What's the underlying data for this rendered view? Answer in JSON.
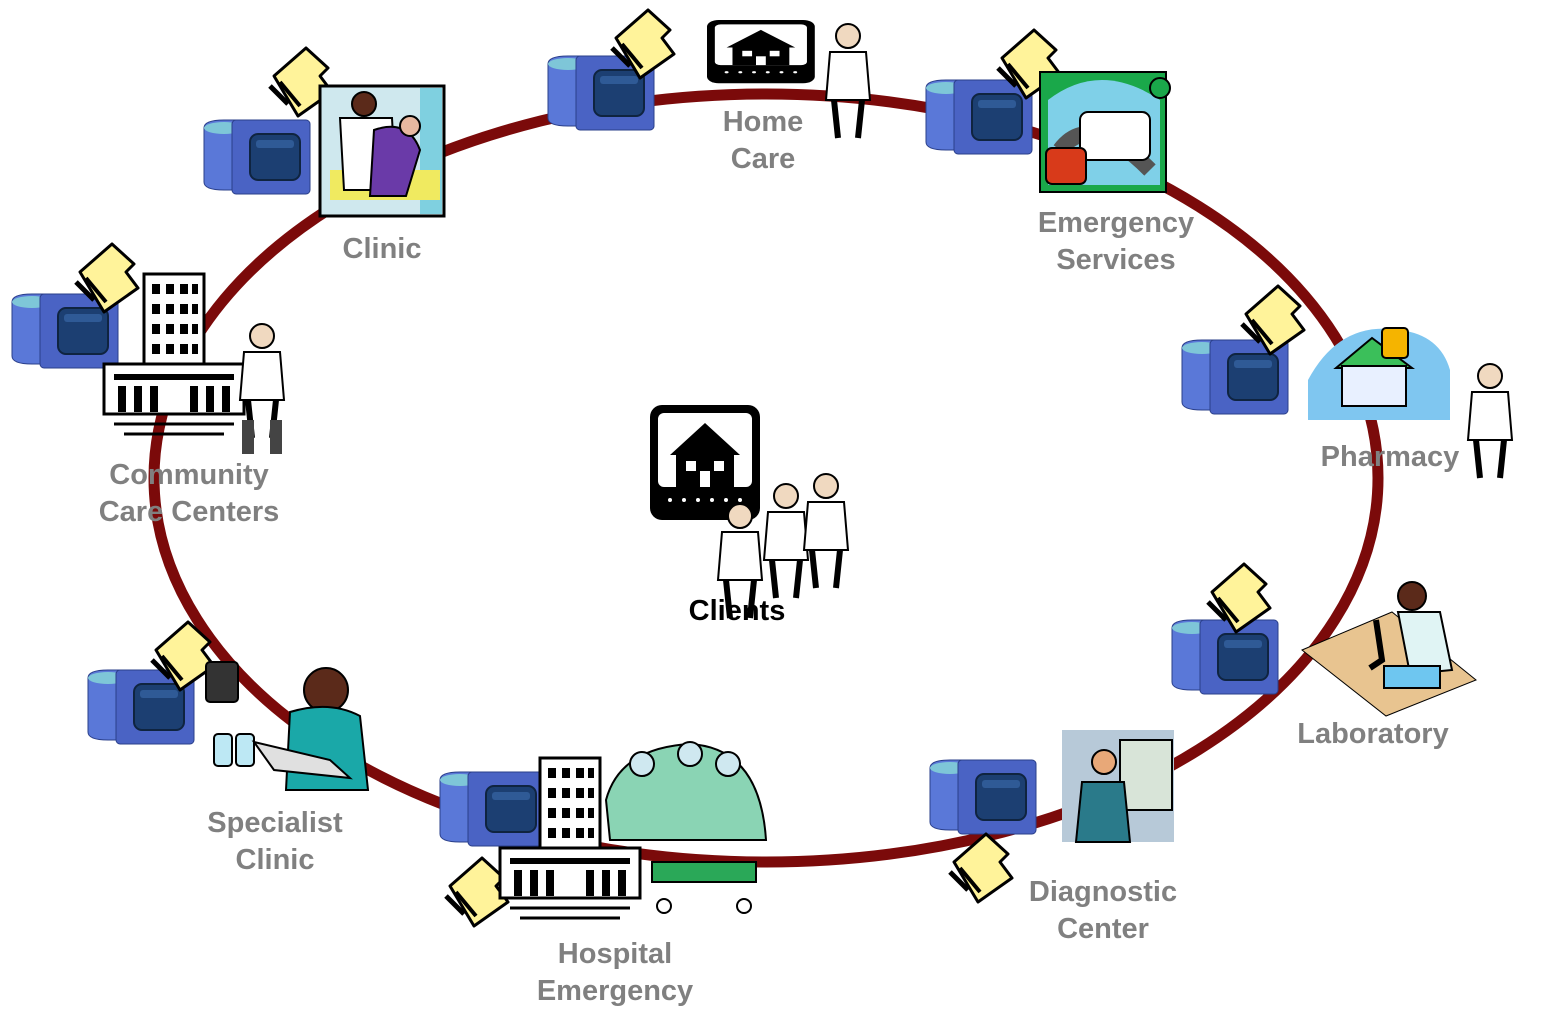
{
  "colors": {
    "ring": "#7b0a0a",
    "label": "#808080",
    "center_label": "#000000",
    "database": "#4a63c4",
    "database_screen": "#1c3f72",
    "folder": "#fff39a"
  },
  "center": {
    "label": "Clients",
    "icon": "house-and-family-icon"
  },
  "nodes": [
    {
      "id": "home-care",
      "lines": [
        "Home",
        "Care"
      ],
      "icon": "nurse-home-icon"
    },
    {
      "id": "emergency-services",
      "lines": [
        "Emergency",
        "Services"
      ],
      "icon": "ambulance-icon"
    },
    {
      "id": "pharmacy",
      "lines": [
        "Pharmacy"
      ],
      "icon": "pharmacy-icon"
    },
    {
      "id": "laboratory",
      "lines": [
        "Laboratory"
      ],
      "icon": "microscope-icon"
    },
    {
      "id": "diagnostic-center",
      "lines": [
        "Diagnostic",
        "Center"
      ],
      "icon": "xray-icon"
    },
    {
      "id": "hospital-emergency",
      "lines": [
        "Hospital",
        "Emergency"
      ],
      "icon": "surgery-icon"
    },
    {
      "id": "specialist-clinic",
      "lines": [
        "Specialist",
        "Clinic"
      ],
      "icon": "doctor-phone-icon"
    },
    {
      "id": "community-care-centers",
      "lines": [
        "Community",
        "Care Centers"
      ],
      "icon": "hospital-doctor-icon"
    },
    {
      "id": "clinic",
      "lines": [
        "Clinic"
      ],
      "icon": "doctor-patient-icon"
    }
  ]
}
